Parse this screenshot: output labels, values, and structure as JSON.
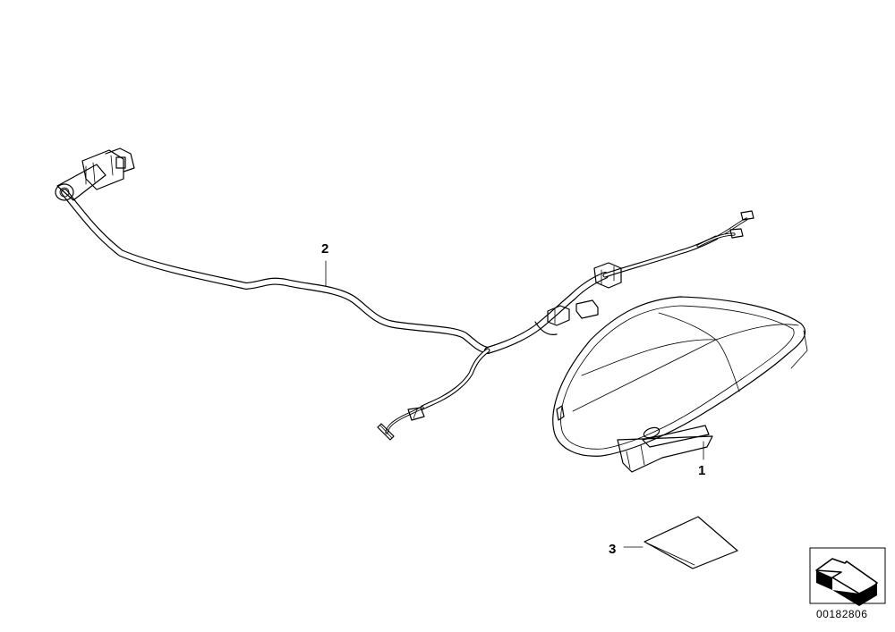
{
  "callouts": {
    "lamp": "1",
    "harness": "2",
    "pad": "3"
  },
  "diagram_id": "00182806",
  "icons": {
    "orientation": "arrow-stamp-icon"
  }
}
